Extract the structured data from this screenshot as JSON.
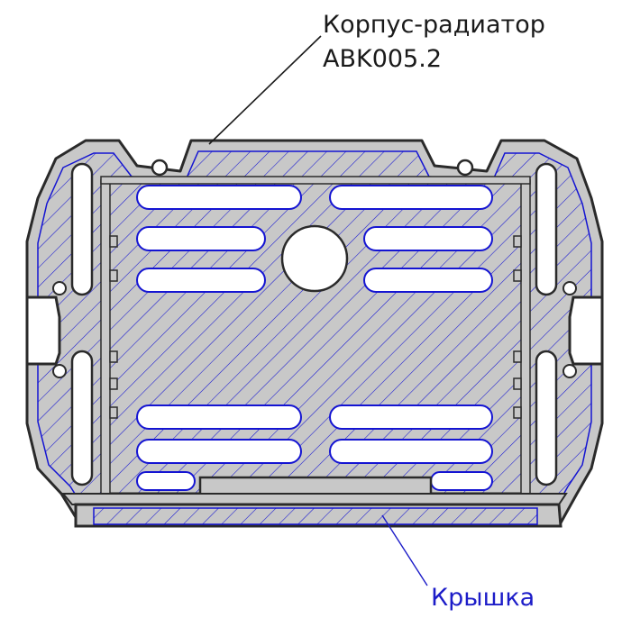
{
  "labels": {
    "housing_line1": "Корпус-радиатор",
    "housing_line2": "ABK005.2",
    "cover": "Крышка"
  },
  "colors": {
    "outline": "#2a2a2a",
    "profile_fill": "#c8c8c8",
    "hatch": "#1414d2",
    "label_black": "#1a1a1a",
    "label_blue": "#1c1cc8",
    "background": "#ffffff"
  }
}
